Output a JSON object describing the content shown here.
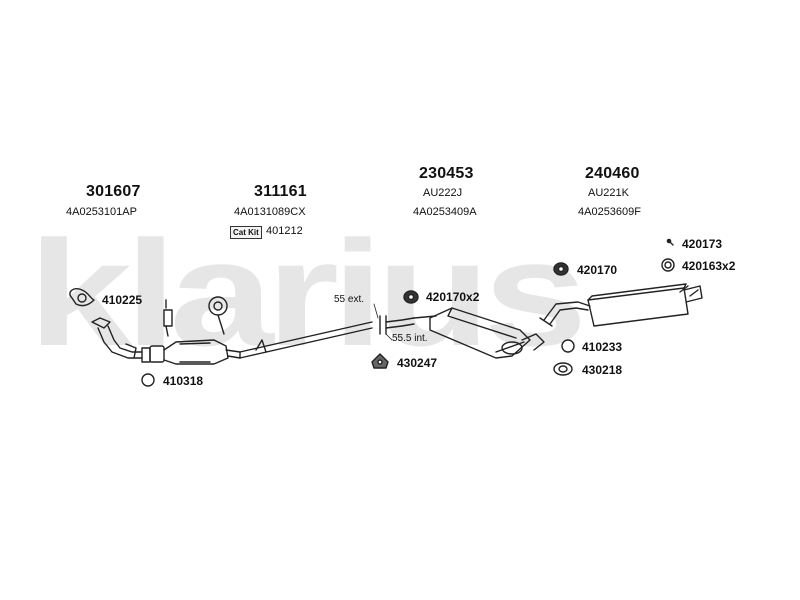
{
  "brand": {
    "watermark": "klarius"
  },
  "sections": [
    {
      "part_number": "301607",
      "oe_code": "4A0253101AP"
    },
    {
      "part_number": "311161",
      "oe_code": "4A0131089CX",
      "cat_kit_label": "Cat Kit",
      "cat_kit_number": "401212"
    },
    {
      "part_number": "230453",
      "sub_code": "AU222J",
      "oe_code": "4A0253409A"
    },
    {
      "part_number": "240460",
      "sub_code": "AU221K",
      "oe_code": "4A0253609F"
    }
  ],
  "parts": {
    "p410225": "410225",
    "p410318": "410318",
    "p420170x2": "420170x2",
    "p430247": "430247",
    "p420170": "420170",
    "p420173": "420173",
    "p420163x2": "420163x2",
    "p410233": "410233",
    "p430218": "430218"
  },
  "dimensions": {
    "ext": "55 ext.",
    "int": "55.5 int."
  }
}
